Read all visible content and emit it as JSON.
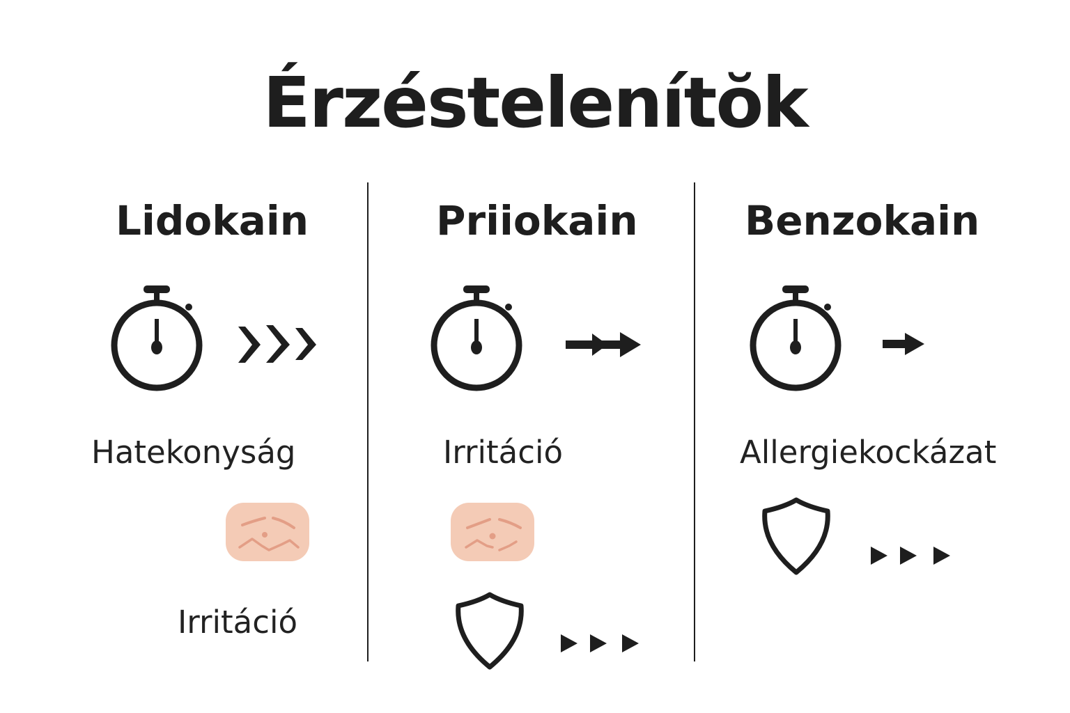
{
  "title": "Érzéstelenítŏk",
  "colors": {
    "ink": "#1e1e1e",
    "skin": "#f4cbb6",
    "skin_line": "#e39e86",
    "background": "#ffffff"
  },
  "columns": [
    {
      "name": "Lidokain",
      "speed_icon": "stopwatch-icon",
      "speed_indicator": "triple-chevron-icon",
      "labels": [
        "Hatekonyság",
        "Irritáció"
      ],
      "images": [
        "irritated-skin-icon"
      ]
    },
    {
      "name": "Priiokain",
      "speed_icon": "stopwatch-icon",
      "speed_indicator": "double-arrow-icon",
      "labels": [
        "Irritáció"
      ],
      "images": [
        "irritated-skin-icon",
        "shield-icon",
        "triple-play-icon"
      ]
    },
    {
      "name": "Benzokain",
      "speed_icon": "stopwatch-icon",
      "speed_indicator": "single-arrow-icon",
      "labels": [
        "Allergiekockázat"
      ],
      "images": [
        "shield-icon",
        "triple-play-icon"
      ]
    }
  ]
}
